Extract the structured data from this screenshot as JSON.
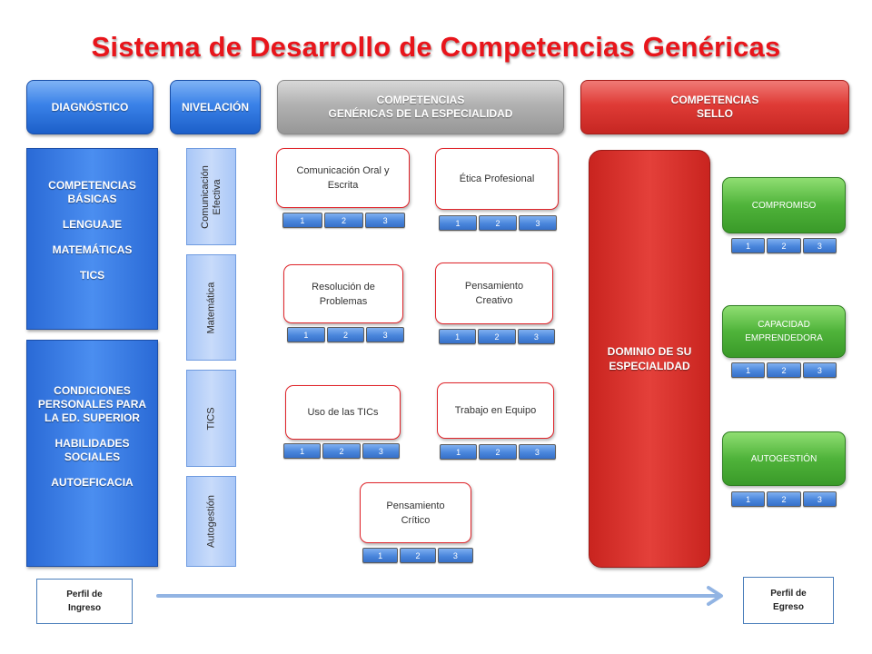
{
  "title": "Sistema de Desarrollo de Competencias Genéricas",
  "headers": {
    "diagnostico": "DIAGNÓSTICO",
    "nivelacion": "NIVELACIÓN",
    "competencias_genericas": [
      "COMPETENCIAS",
      "GENÉRICAS DE LA ESPECIALIDAD"
    ],
    "competencias_sello": [
      "COMPETENCIAS",
      "SELLO"
    ]
  },
  "diagnostico_panels": {
    "basicas": [
      "COMPETENCIAS",
      "BÁSICAS",
      "",
      "LENGUAJE",
      "",
      "MATEMÁTICAS",
      "",
      "TICS"
    ],
    "condiciones": [
      "CONDICIONES",
      "PERSONALES PARA",
      "LA ED. SUPERIOR",
      "",
      "HABILIDADES",
      "SOCIALES",
      "",
      "AUTOEFICACIA"
    ]
  },
  "nivelacion_tabs": [
    [
      "Comunicación",
      "Efectiva"
    ],
    [
      "Matemática"
    ],
    [
      "TICS"
    ],
    [
      "Autogestión"
    ]
  ],
  "competencias": [
    [
      "Comunicación Oral  y",
      "Escrita"
    ],
    [
      "Ética Profesional"
    ],
    [
      "Resolución de",
      "Problemas"
    ],
    [
      "Pensamiento",
      "Creativo"
    ],
    [
      "Uso de las TICs"
    ],
    [
      "Trabajo en Equipo"
    ],
    [
      "Pensamiento",
      "Crítico"
    ]
  ],
  "scale_levels": [
    "1",
    "2",
    "3"
  ],
  "dominio": [
    "DOMINIO DE SU",
    "ESPECIALIDAD"
  ],
  "sello": [
    [
      "COMPROMISO"
    ],
    [
      "CAPACIDAD",
      "EMPRENDEDORA"
    ],
    [
      "AUTOGESTIÓN"
    ]
  ],
  "perfil_ingreso": [
    "Perfil de",
    "Ingreso"
  ],
  "perfil_egreso": [
    "Perfil de",
    "Egreso"
  ],
  "colors": {
    "title": "#e8151b",
    "blue": "#2f74dd",
    "gray": "#a8a8a8",
    "red": "#d9342f",
    "green": "#4fb33a",
    "arrow": "#92b4e3"
  }
}
